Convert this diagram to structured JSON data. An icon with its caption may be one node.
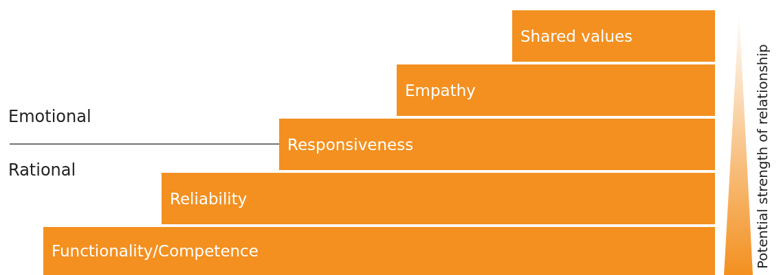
{
  "diagram": {
    "nodes": [
      {
        "text": [
          "Shared values"
        ]
      },
      {
        "text": [
          "Empathy"
        ]
      },
      {
        "text": [
          "Responsiveness"
        ]
      },
      {
        "text": [
          "Reliability"
        ]
      },
      {
        "text": [
          "Functionality/Competence"
        ]
      }
    ],
    "labels": [
      "Emotional",
      "Rational",
      "Potential strength of relationship"
    ]
  }
}
